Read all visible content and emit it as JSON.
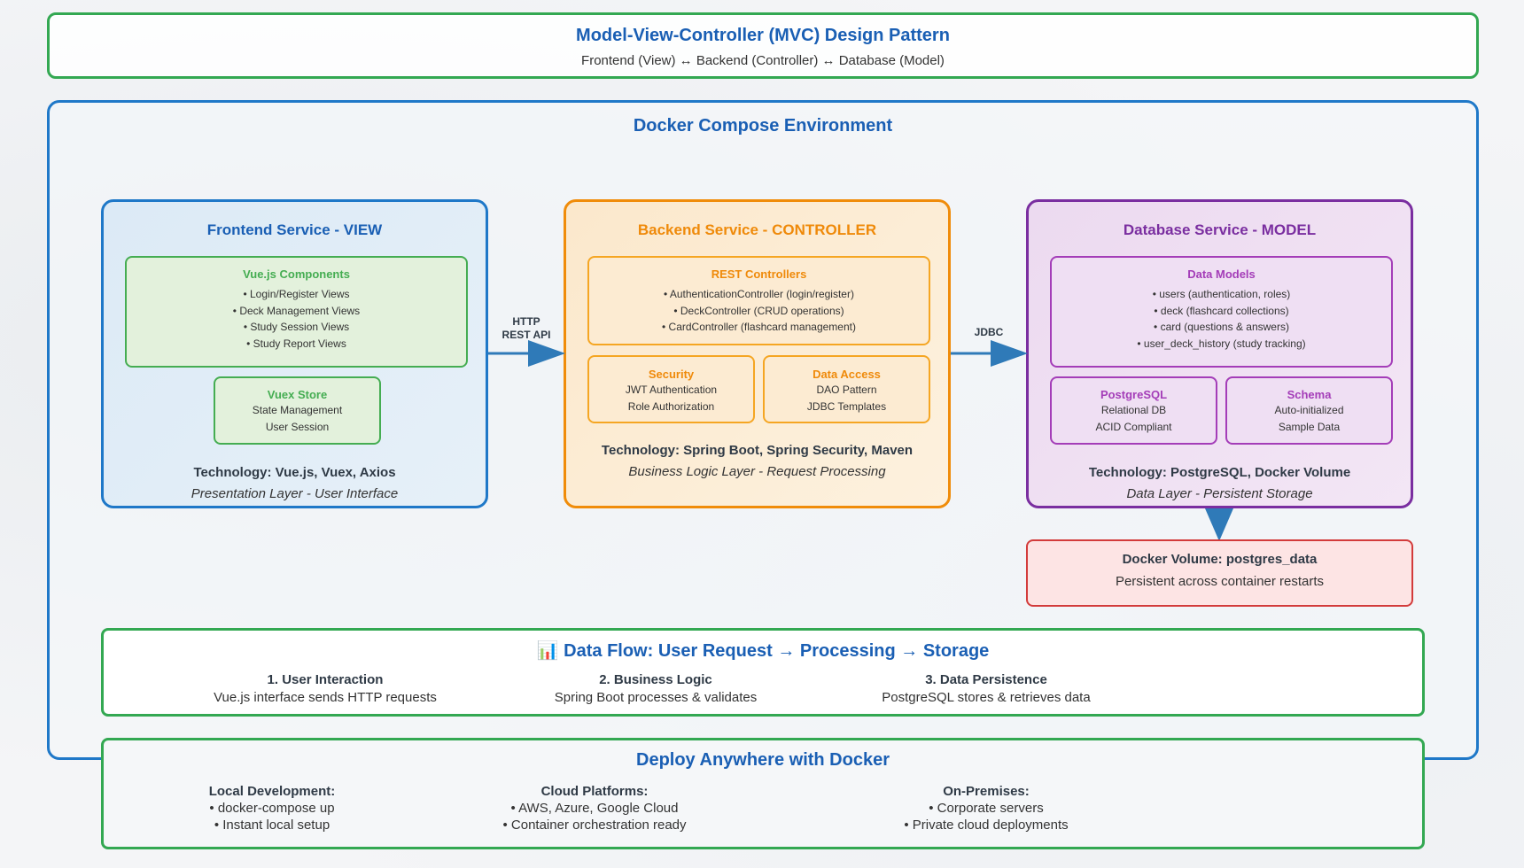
{
  "header": {
    "title": "Model-View-Controller (MVC) Design Pattern",
    "subtitle": "Frontend (View) ↔ Backend (Controller) ↔ Database (Model)"
  },
  "docker": {
    "title": "Docker Compose Environment"
  },
  "frontend": {
    "title": "Frontend Service - VIEW",
    "components": {
      "title": "Vue.js Components",
      "items": [
        "• Login/Register Views",
        "• Deck Management Views",
        "• Study Session Views",
        "• Study Report Views"
      ]
    },
    "store": {
      "title": "Vuex Store",
      "items": [
        "State Management",
        "User Session"
      ]
    },
    "technology": "Technology: Vue.js, Vuex, Axios",
    "layer": "Presentation Layer - User Interface"
  },
  "backend": {
    "title": "Backend Service - CONTROLLER",
    "controllers": {
      "title": "REST Controllers",
      "items": [
        "• AuthenticationController (login/register)",
        "• DeckController (CRUD operations)",
        "• CardController (flashcard management)"
      ]
    },
    "security": {
      "title": "Security",
      "items": [
        "JWT Authentication",
        "Role Authorization"
      ]
    },
    "data_access": {
      "title": "Data Access",
      "items": [
        "DAO Pattern",
        "JDBC Templates"
      ]
    },
    "technology": "Technology: Spring Boot, Spring Security, Maven",
    "layer": "Business Logic Layer - Request Processing"
  },
  "database": {
    "title": "Database Service - MODEL",
    "models": {
      "title": "Data Models",
      "items": [
        "• users (authentication, roles)",
        "• deck (flashcard collections)",
        "• card (questions & answers)",
        "• user_deck_history (study tracking)"
      ]
    },
    "postgres": {
      "title": "PostgreSQL",
      "items": [
        "Relational DB",
        "ACID Compliant"
      ]
    },
    "schema": {
      "title": "Schema",
      "items": [
        "Auto-initialized",
        "Sample Data"
      ]
    },
    "technology": "Technology: PostgreSQL, Docker Volume",
    "layer": "Data Layer - Persistent Storage"
  },
  "arrows": {
    "fe_be": [
      "HTTP",
      "REST API"
    ],
    "be_db": "JDBC"
  },
  "volume": {
    "title": "Docker Volume: postgres_data",
    "subtitle": "Persistent across container restarts"
  },
  "flow": {
    "title": "📊 Data Flow: User Request → Processing → Storage",
    "steps": [
      {
        "heading": "1. User Interaction",
        "detail": "Vue.js interface sends HTTP requests"
      },
      {
        "heading": "2. Business Logic",
        "detail": "Spring Boot processes & validates"
      },
      {
        "heading": "3. Data Persistence",
        "detail": "PostgreSQL stores & retrieves data"
      }
    ]
  },
  "deploy": {
    "title": "Deploy Anywhere with Docker",
    "columns": [
      {
        "heading": "Local Development:",
        "items": [
          "• docker-compose up",
          "• Instant local setup"
        ]
      },
      {
        "heading": "Cloud Platforms:",
        "items": [
          "• AWS, Azure, Google Cloud",
          "• Container orchestration ready"
        ]
      },
      {
        "heading": "On-Premises:",
        "items": [
          "• Corporate servers",
          "• Private cloud deployments"
        ]
      }
    ]
  },
  "colors": {
    "green": "#33a852",
    "blue": "#1f78c8",
    "orange": "#f08c0a",
    "purple": "#7a2ea0",
    "red": "#d33b3b",
    "arrow": "#2f7ab8"
  }
}
